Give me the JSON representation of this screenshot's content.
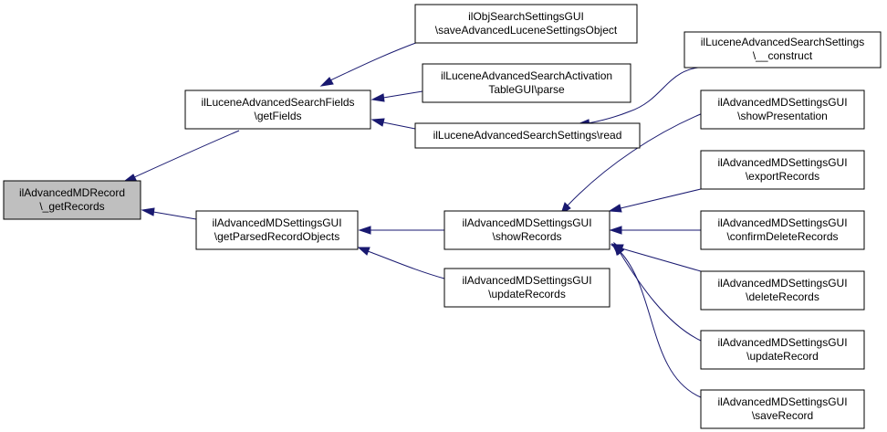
{
  "colors": {
    "edge": "#191970",
    "root_fill": "#bfbfbf",
    "node_fill": "#ffffff",
    "node_border": "#000000"
  },
  "nodes": {
    "root": {
      "line1": "ilAdvancedMDRecord",
      "line2": "\\_getRecords"
    },
    "getFields": {
      "line1": "ilLuceneAdvancedSearchFields",
      "line2": "\\getFields"
    },
    "getParsedRecordObjects": {
      "line1": "ilAdvancedMDSettingsGUI",
      "line2": "\\getParsedRecordObjects"
    },
    "saveAdvancedLuceneSettingsObject": {
      "line1": "ilObjSearchSettingsGUI",
      "line2": "\\saveAdvancedLuceneSettingsObject"
    },
    "activationTableParse": {
      "line1": "ilLuceneAdvancedSearchActivation",
      "line2": "TableGUI\\parse"
    },
    "settingsRead": {
      "line1": "ilLuceneAdvancedSearchSettings\\read"
    },
    "settingsConstruct": {
      "line1": "ilLuceneAdvancedSearchSettings",
      "line2": "\\__construct"
    },
    "showRecords": {
      "line1": "ilAdvancedMDSettingsGUI",
      "line2": "\\showRecords"
    },
    "updateRecords": {
      "line1": "ilAdvancedMDSettingsGUI",
      "line2": "\\updateRecords"
    },
    "showPresentation": {
      "line1": "ilAdvancedMDSettingsGUI",
      "line2": "\\showPresentation"
    },
    "exportRecords": {
      "line1": "ilAdvancedMDSettingsGUI",
      "line2": "\\exportRecords"
    },
    "confirmDeleteRecords": {
      "line1": "ilAdvancedMDSettingsGUI",
      "line2": "\\confirmDeleteRecords"
    },
    "deleteRecords": {
      "line1": "ilAdvancedMDSettingsGUI",
      "line2": "\\deleteRecords"
    },
    "updateRecord": {
      "line1": "ilAdvancedMDSettingsGUI",
      "line2": "\\updateRecord"
    },
    "saveRecord": {
      "line1": "ilAdvancedMDSettingsGUI",
      "line2": "\\saveRecord"
    }
  }
}
